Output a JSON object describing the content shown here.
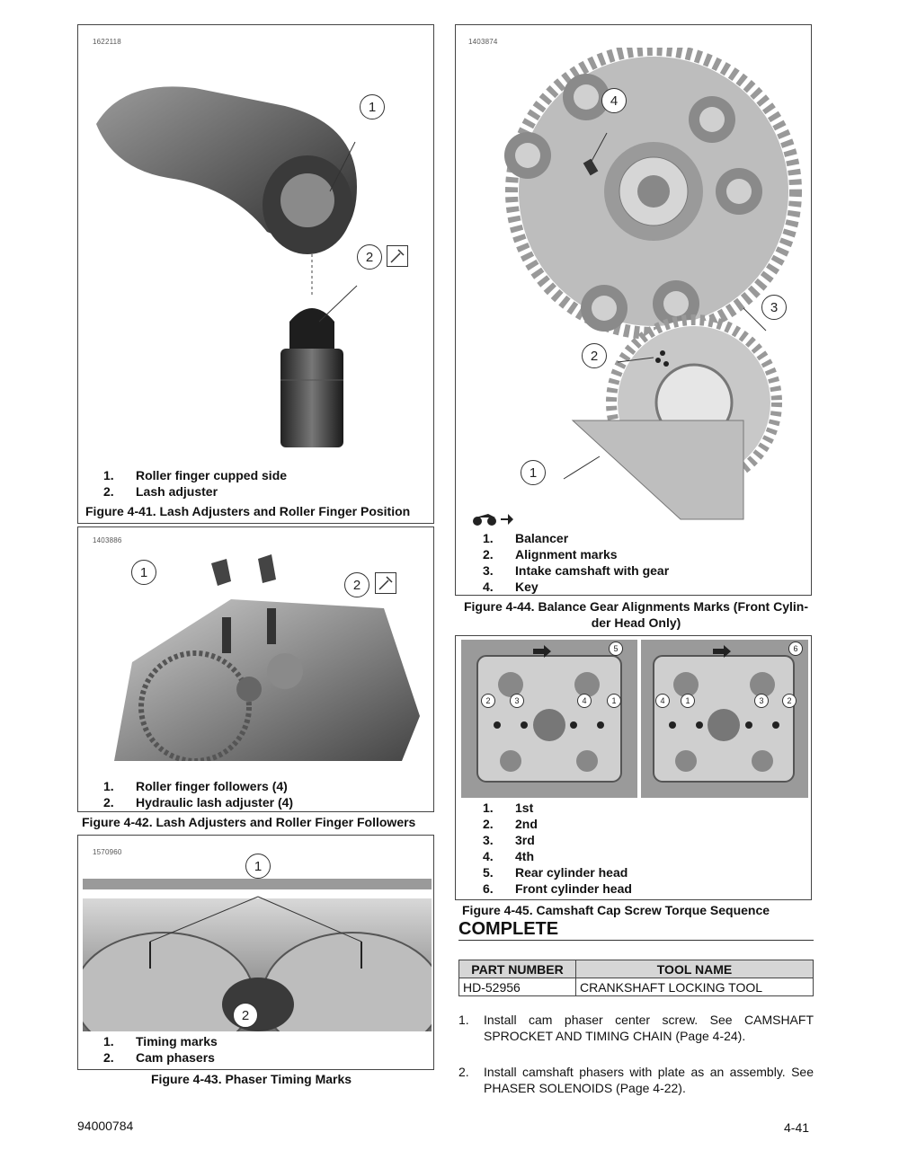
{
  "figures": {
    "fig441": {
      "image_id": "1622118",
      "legend": [
        {
          "num": "1.",
          "text": "Roller finger cupped side"
        },
        {
          "num": "2.",
          "text": "Lash adjuster"
        }
      ],
      "callouts": [
        "1",
        "2"
      ],
      "caption": "Figure 4-41. Lash Adjusters and Roller Finger Position"
    },
    "fig442": {
      "image_id": "1403886",
      "legend": [
        {
          "num": "1.",
          "text": "Roller finger followers (4)"
        },
        {
          "num": "2.",
          "text": "Hydraulic lash adjuster (4)"
        }
      ],
      "callouts": [
        "1",
        "2"
      ],
      "caption": "Figure 4-42. Lash Adjusters and Roller Finger Followers"
    },
    "fig443": {
      "image_id": "1570960",
      "legend": [
        {
          "num": "1.",
          "text": "Timing marks"
        },
        {
          "num": "2.",
          "text": "Cam phasers"
        }
      ],
      "callouts": [
        "1",
        "2"
      ],
      "caption": "Figure 4-43. Phaser Timing Marks"
    },
    "fig444": {
      "image_id": "1403874",
      "legend": [
        {
          "num": "1.",
          "text": "Balancer"
        },
        {
          "num": "2.",
          "text": "Alignment marks"
        },
        {
          "num": "3.",
          "text": "Intake camshaft with gear"
        },
        {
          "num": "4.",
          "text": "Key"
        }
      ],
      "callouts": [
        "1",
        "2",
        "3",
        "4"
      ],
      "caption_line1": "Figure 4-44. Balance Gear Alignments Marks (Front Cylin-",
      "caption_line2": "der Head Only)"
    },
    "fig445": {
      "legend": [
        {
          "num": "1.",
          "text": "1st"
        },
        {
          "num": "2.",
          "text": "2nd"
        },
        {
          "num": "3.",
          "text": "3rd"
        },
        {
          "num": "4.",
          "text": "4th"
        },
        {
          "num": "5.",
          "text": "Rear cylinder head"
        },
        {
          "num": "6.",
          "text": "Front cylinder head"
        }
      ],
      "callouts_left": [
        "5",
        "2",
        "3",
        "4",
        "1"
      ],
      "callouts_right": [
        "6",
        "4",
        "1",
        "3",
        "2"
      ],
      "caption": "Figure 4-45. Camshaft Cap Screw Torque Sequence"
    }
  },
  "section": {
    "heading": "COMPLETE"
  },
  "tool_table": {
    "headers": [
      "PART NUMBER",
      "TOOL NAME"
    ],
    "rows": [
      [
        "HD-52956",
        "CRANKSHAFT LOCKING TOOL"
      ]
    ]
  },
  "steps": [
    {
      "num": "1.",
      "text": "Install cam phaser center screw. See CAMSHAFT SPROCKET AND TIMING CHAIN (Page 4-24)."
    },
    {
      "num": "2.",
      "text": "Install camshaft phasers with plate as an assembly. See PHASER SOLENOIDS (Page 4-22)."
    }
  ],
  "footer": {
    "doc_number": "94000784",
    "page_number": "4-41"
  },
  "icons": {
    "tool_icon": "wrench-tool-icon",
    "front_direction_icon": "motorcycle-front-arrow-icon"
  }
}
